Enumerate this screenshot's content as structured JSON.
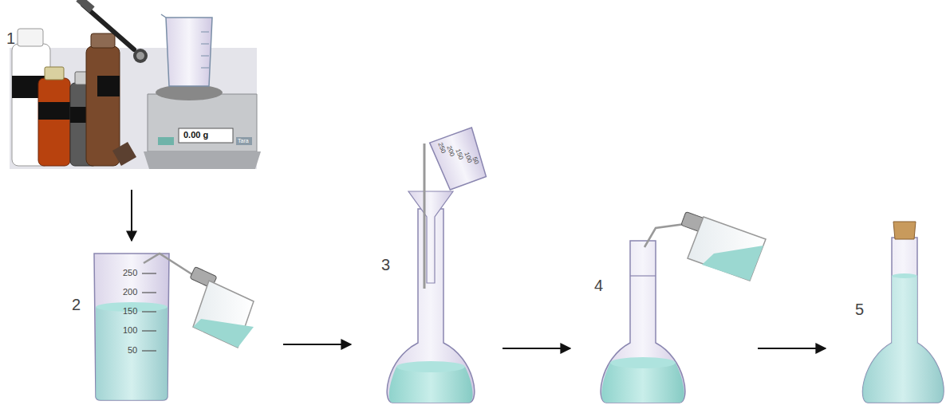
{
  "diagram": {
    "labels": [
      "1",
      "0.00 g",
      "Tara",
      "2",
      "250",
      "200",
      "150",
      "100",
      "50",
      "3",
      "250",
      "200",
      "150",
      "100",
      "50",
      "4",
      "5"
    ]
  }
}
